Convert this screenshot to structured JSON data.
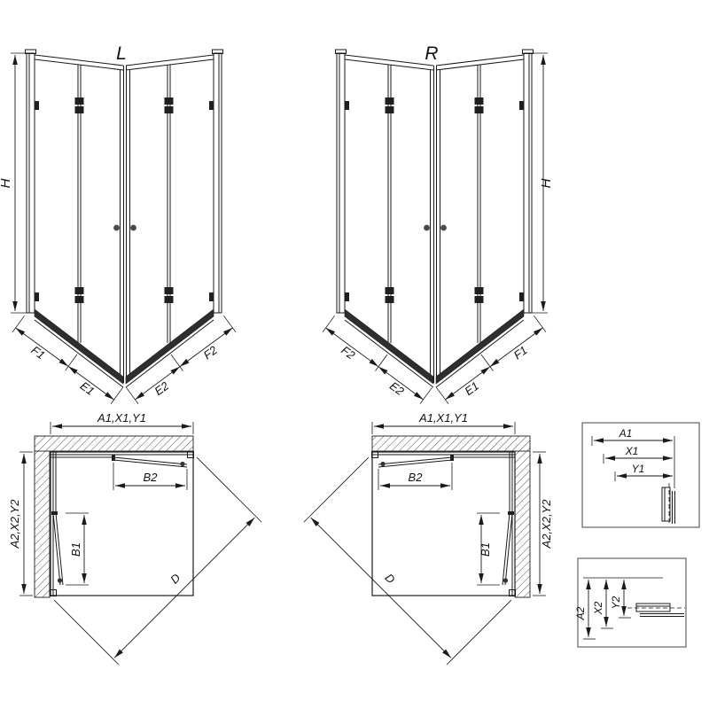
{
  "colors": {
    "line": "#1a1a1a",
    "background": "#ffffff",
    "hardware": "#2e2e2e"
  },
  "perspective_left": {
    "label": "L",
    "h": "H",
    "f1": "F1",
    "e1": "E1",
    "e2": "E2",
    "f2": "F2"
  },
  "perspective_right": {
    "label": "R",
    "h": "H",
    "f1": "F1",
    "e1": "E1",
    "e2": "E2",
    "f2": "F2"
  },
  "plan_left": {
    "a1": "A1,X1,Y1",
    "a2": "A2,X2,Y2",
    "b1": "B1",
    "b2": "B2",
    "d": "D"
  },
  "plan_right": {
    "a1": "A1,X1,Y1",
    "a2": "A2,X2,Y2",
    "b1": "B1",
    "b2": "B2",
    "d": "D"
  },
  "detail_a1": {
    "a1": "A1",
    "x1": "X1",
    "y1": "Y1"
  },
  "detail_a2": {
    "a2": "A2",
    "x2": "X2",
    "y2": "Y2"
  }
}
